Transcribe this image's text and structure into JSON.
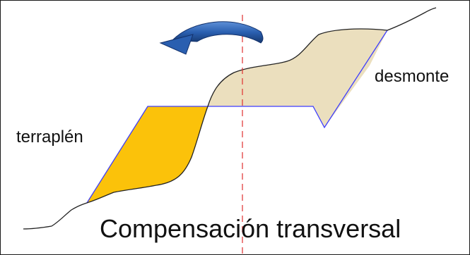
{
  "diagram": {
    "fill_label": "terraplén",
    "cut_label": "desmonte",
    "title": "Compensación transversal"
  },
  "colors": {
    "fill_area": "#fbc20a",
    "cut_area": "#ebdfbe",
    "platform_line": "#3c3cff",
    "terrain_line": "#222222",
    "axis_line": "#e03030",
    "arrow": "#1f4e96",
    "frame": "#1a1a1a"
  },
  "icons": {
    "transfer_arrow": "curved-arrow-left-icon"
  }
}
